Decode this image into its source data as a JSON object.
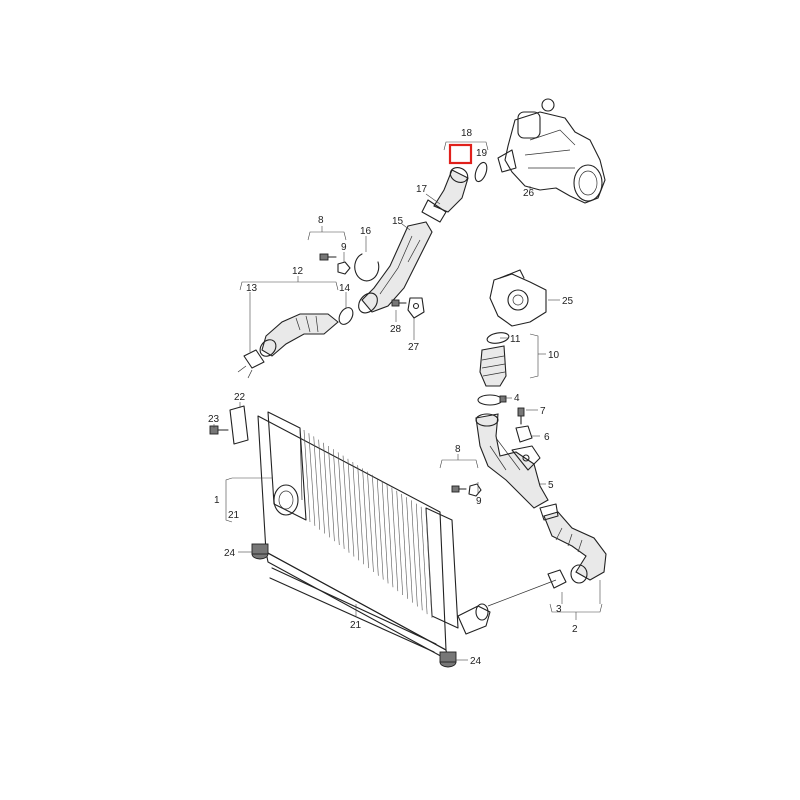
{
  "diagram": {
    "callouts": [
      {
        "id": "c18",
        "text": "18"
      },
      {
        "id": "c19",
        "text": "19"
      },
      {
        "id": "c26",
        "text": "26"
      },
      {
        "id": "c17",
        "text": "17"
      },
      {
        "id": "c15",
        "text": "15"
      },
      {
        "id": "c16",
        "text": "16"
      },
      {
        "id": "c8a",
        "text": "8"
      },
      {
        "id": "c9a",
        "text": "9"
      },
      {
        "id": "c12",
        "text": "12"
      },
      {
        "id": "c13",
        "text": "13"
      },
      {
        "id": "c14",
        "text": "14"
      },
      {
        "id": "c28",
        "text": "28"
      },
      {
        "id": "c27",
        "text": "27"
      },
      {
        "id": "c25",
        "text": "25"
      },
      {
        "id": "c11",
        "text": "11"
      },
      {
        "id": "c10",
        "text": "10"
      },
      {
        "id": "c4",
        "text": "4"
      },
      {
        "id": "c7",
        "text": "7"
      },
      {
        "id": "c6",
        "text": "6"
      },
      {
        "id": "c8b",
        "text": "8"
      },
      {
        "id": "c9b",
        "text": "9"
      },
      {
        "id": "c5",
        "text": "5"
      },
      {
        "id": "c22",
        "text": "22"
      },
      {
        "id": "c23",
        "text": "23"
      },
      {
        "id": "c1",
        "text": "1"
      },
      {
        "id": "c21a",
        "text": "21"
      },
      {
        "id": "c24a",
        "text": "24"
      },
      {
        "id": "c21b",
        "text": "21"
      },
      {
        "id": "c24b",
        "text": "24"
      },
      {
        "id": "c3",
        "text": "3"
      },
      {
        "id": "c2",
        "text": "2"
      }
    ],
    "highlight_color": "#e0201b",
    "line_color": "#222222"
  }
}
